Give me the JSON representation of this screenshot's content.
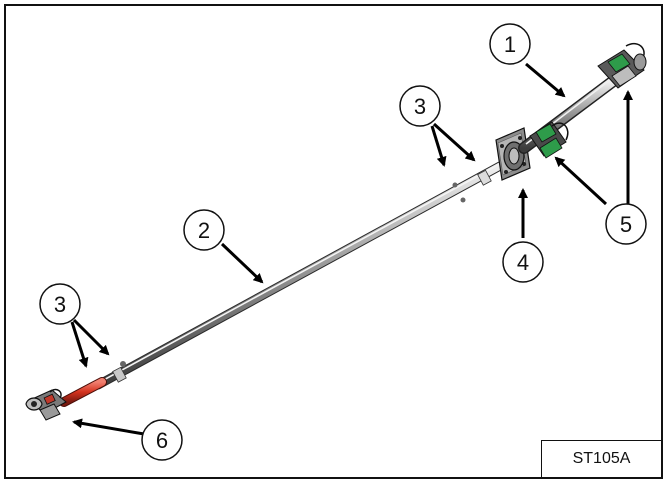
{
  "figure": {
    "id_label": "ST105A",
    "callouts": [
      {
        "number": "1"
      },
      {
        "number": "2"
      },
      {
        "number": "3"
      },
      {
        "number": "3"
      },
      {
        "number": "4"
      },
      {
        "number": "5"
      },
      {
        "number": "6"
      }
    ],
    "colors": {
      "shaft": "#8a8a8a",
      "shaft_highlight": "#d9d9d9",
      "red_sleeve": "#d4321e",
      "green_bearing": "#2e9b4a",
      "bearing_plate": "#7a7a7a",
      "arrow": "#000000"
    }
  }
}
